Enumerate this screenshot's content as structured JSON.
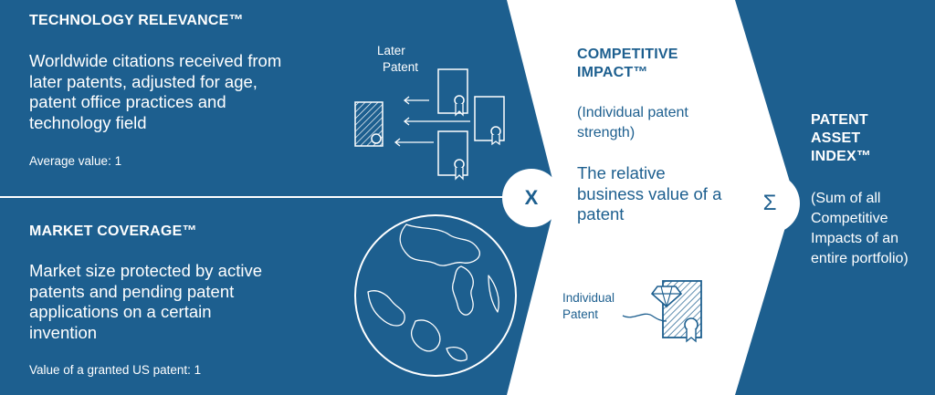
{
  "technology_relevance": {
    "title": "TECHNOLOGY RELEVANCE™",
    "description": "Worldwide citations received from later patents, adjusted for age, patent office practices and technology field",
    "note": "Average value: 1"
  },
  "market_coverage": {
    "title": "MARKET COVERAGE™",
    "description": "Market size protected by active patents and pending patent applications on a certain invention",
    "note": "Value of a granted US patent: 1"
  },
  "competitive_impact": {
    "title_line1": "COMPETITIVE",
    "title_line2": "IMPACT™",
    "subtitle": "(Individual patent strength)",
    "description": "The relative business value of a patent"
  },
  "patent_asset_index": {
    "title_line1": "PATENT",
    "title_line2": "ASSET",
    "title_line3": "INDEX™",
    "description": "(Sum of all Competitive Impacts of an entire portfolio)"
  },
  "operators": {
    "multiply": "X",
    "sum": "Σ"
  },
  "labels": {
    "later_patent_1": "Later",
    "later_patent_2": "Patent",
    "individual_patent_1": "Individual",
    "individual_patent_2": "Patent"
  },
  "colors": {
    "background": "#1d5f8f",
    "panel": "#ffffff"
  },
  "icons": [
    "citation-network-icon",
    "globe-icon",
    "certified-patent-icon",
    "diamond-icon"
  ]
}
